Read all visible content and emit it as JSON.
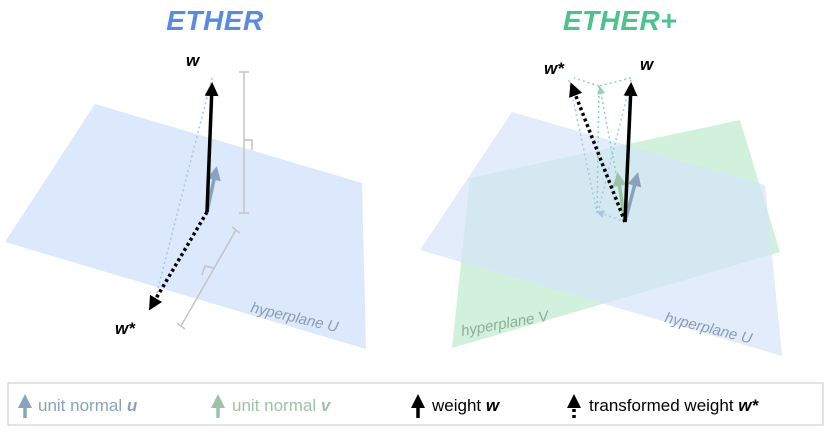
{
  "panels": {
    "left": {
      "title": "ETHER",
      "title_color": "#5b8be0",
      "weight_label": "w",
      "transformed_label": "w*",
      "plane_label": "hyperplane U"
    },
    "right": {
      "title": "ETHER+",
      "title_color": "#4cc28d",
      "weight_label": "w",
      "transformed_label": "w*",
      "plane_u_label": "hyperplane U",
      "plane_v_label": "hyperplane V"
    }
  },
  "legend": {
    "unit_normal_u": {
      "text": "unit normal ",
      "symbol": "u",
      "color": "#8aa3bd"
    },
    "unit_normal_v": {
      "text": "unit normal ",
      "symbol": "v",
      "color": "#9cc3a8"
    },
    "weight": {
      "text": "weight ",
      "symbol": "w",
      "color": "#000000"
    },
    "transformed_weight": {
      "text": "transformed weight ",
      "symbol": "w*",
      "color": "#000000"
    }
  },
  "colors": {
    "plane_u_fill": "#d6e4fa",
    "plane_v_fill": "#c9efd6",
    "plane_u_text": "#8a9bb0",
    "plane_v_text": "#8fae9a",
    "bracket": "#c4c4c4",
    "dotted_guide_u": "#a9c6e3",
    "dotted_guide_v": "#8fd1b3"
  }
}
